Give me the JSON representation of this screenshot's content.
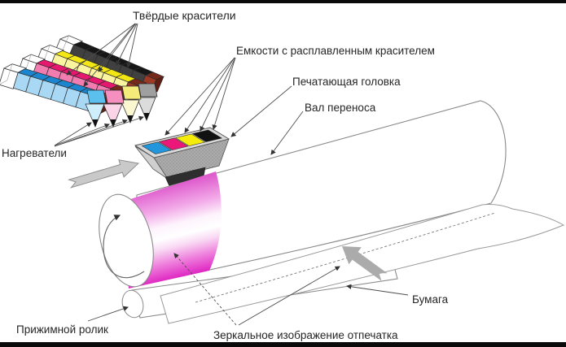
{
  "frame": {
    "background": "#ffffff",
    "top_bar_color": "#0a0a0a",
    "bottom_bar_color": "#0a0a0a"
  },
  "labels": {
    "solid_inks": "Твёрдые красители",
    "melted_ink_tanks": "Емкости с расплавленным красителем",
    "print_head": "Печатающая головка",
    "transfer_roller": "Вал переноса",
    "heaters": "Нагреватели",
    "pressure_roller": "Прижимной ролик",
    "paper": "Бумага",
    "mirror_image": "Зеркальное изображение отпечатка"
  },
  "ink_colors": {
    "cyan": "#1b86cf",
    "magenta": "#e5176f",
    "yellow": "#f2e713",
    "black": "#161616",
    "cap_brown": "#9c3a26"
  },
  "drum_band": {
    "magenta": "#e02cc4",
    "highlight": "#ffffff"
  },
  "annotation": {
    "line_color": "#4d4d4d",
    "direction_arrow_color": "#ababab"
  }
}
